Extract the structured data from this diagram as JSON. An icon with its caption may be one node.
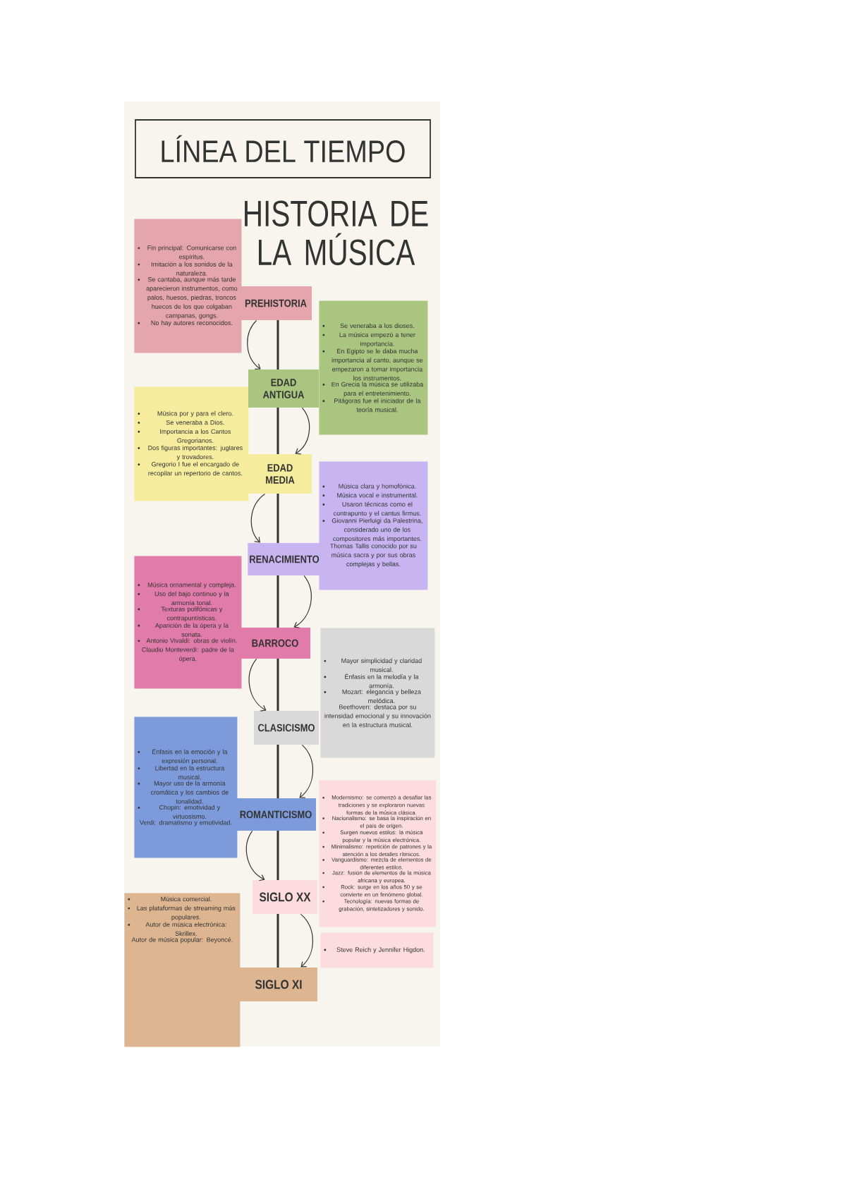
{
  "diagram": {
    "title": "LÍNEA DEL TIEMPO",
    "nodes": [
      {
        "text": [
          "PREHISTORIA"
        ]
      },
      {
        "text": [
          "Fin principal: Comunicarse con espíritus.",
          "Imitación a los sonidos de la naturaleza.",
          "Se cantaba, aunque más tarde aparecieron instrumentos, como palos, huesos, piedras, troncos huecos de los que colgaban campanas, gongs.",
          "No hay autores reconocidos."
        ]
      },
      {
        "text": [
          "EDAD ANTIGUA"
        ]
      },
      {
        "text": [
          "Se veneraba a los dioses.",
          "La música empezó a tener importancia.",
          "En Egipto se le daba mucha importancia al canto, aunque se empezaron a tomar importancia los instrumentos.",
          "En Grecia la música se utilizaba para el entretenimiento.",
          "Pitágoras fue el iniciador de la teoría musical."
        ]
      },
      {
        "text": [
          "EDAD MEDIA"
        ]
      },
      {
        "text": [
          "Música por y para el clero.",
          "Se veneraba a Dios.",
          "Importancia a los Cantos Gregorianos.",
          "Dos figuras importantes: juglares y trovadores.",
          "Gregorio I fue el encargado de recopilar un repertorio de cantos."
        ]
      },
      {
        "text": [
          "RENACIMIENTO"
        ]
      },
      {
        "text": [
          "Música clara y homofónica.",
          "Música vocal e instrumental.",
          "Usaron técnicas como el contrapunto y el cantus firmus.",
          "Giovanni Pierluigi da Palestrina, considerado uno de los compositores más importantes.",
          "Thomas Tallis conocido por su música sacra y por sus obras complejas y bellas."
        ]
      },
      {
        "text": [
          "BARROCO"
        ]
      },
      {
        "text": [
          "Música ornamental y compleja.",
          "Uso del bajo continuo y la armonía tonal.",
          "Texturas polifónicas y contrapuntísticas.",
          "Aparición de la ópera y la sonata.",
          "Antonio Vivaldi: obras de violín.",
          "Claudio Monteverdi: padre de la ópera."
        ]
      },
      {
        "text": [
          "CLASICISMO"
        ]
      },
      {
        "text": [
          "Mayor simplicidad y claridad musical.",
          "Énfasis en la melodía y la armonía.",
          "Mozart: elegancia y belleza melódica.",
          "Beethoven: destaca por su intensidad emocional y su innovación en la estructura musical."
        ]
      },
      {
        "text": [
          "ROMANTICISMO"
        ]
      },
      {
        "text": [
          "Énfasis en la emoción y la expresión personal.",
          "Libertad en la estructura musical.",
          "Mayor uso de la armonía cromática y los cambios de tonalidad.",
          "Chopin: emotividad y virtuosismo.",
          "Verdi: dramatismo y emotividad."
        ]
      },
      {
        "text": [
          "SIGLO XX"
        ]
      },
      {
        "text": [
          "Modernismo: se comenzó a desafiar las tradiciones y se exploraron nuevas formas de la música clásica.",
          "Nacionalismo: se basa la inspiración en el país de origen.",
          "Surgen nuevos estilos: la música popular y la música electrónica.",
          "Minimalismo: repetición de patrones y la atención a los detalles rítmicos.",
          "Vanguardismo: mezcla de elementos de diferentes estilos.",
          "Jazz: fusión de elementos de la música africana y europea.",
          "Rock: surge en los años 50 y se convierte en un fenómeno global.",
          "Tecnología: nuevas formas de grabación, sintetizadores y sonido."
        ]
      },
      {
        "text": [
          "Steve Reich y Jennifer Higdon."
        ]
      },
      {
        "text": [
          "SIGLO XI"
        ]
      },
      {
        "text": [
          "Música comercial.",
          "Las plataformas de streaming más populares.",
          "Autor de música electrónica: Skrillex.",
          "Autor de música popular: Beyoncé."
        ]
      }
    ],
    "edges": [
      {
        "from": 0,
        "to": 2,
        "arrow": "to"
      },
      {
        "from": 2,
        "to": 4,
        "arrow": "to"
      },
      {
        "from": 4,
        "to": 6,
        "arrow": "to"
      },
      {
        "from": 6,
        "to": 8,
        "arrow": "to"
      },
      {
        "from": 8,
        "to": 10,
        "arrow": "to"
      },
      {
        "from": 10,
        "to": 12,
        "arrow": "to"
      },
      {
        "from": 12,
        "to": 14,
        "arrow": "to"
      },
      {
        "from": 14,
        "to": 17,
        "arrow": "to"
      }
    ],
    "labels": [
      "HISTORIA DE LA MÚSICA"
    ]
  }
}
